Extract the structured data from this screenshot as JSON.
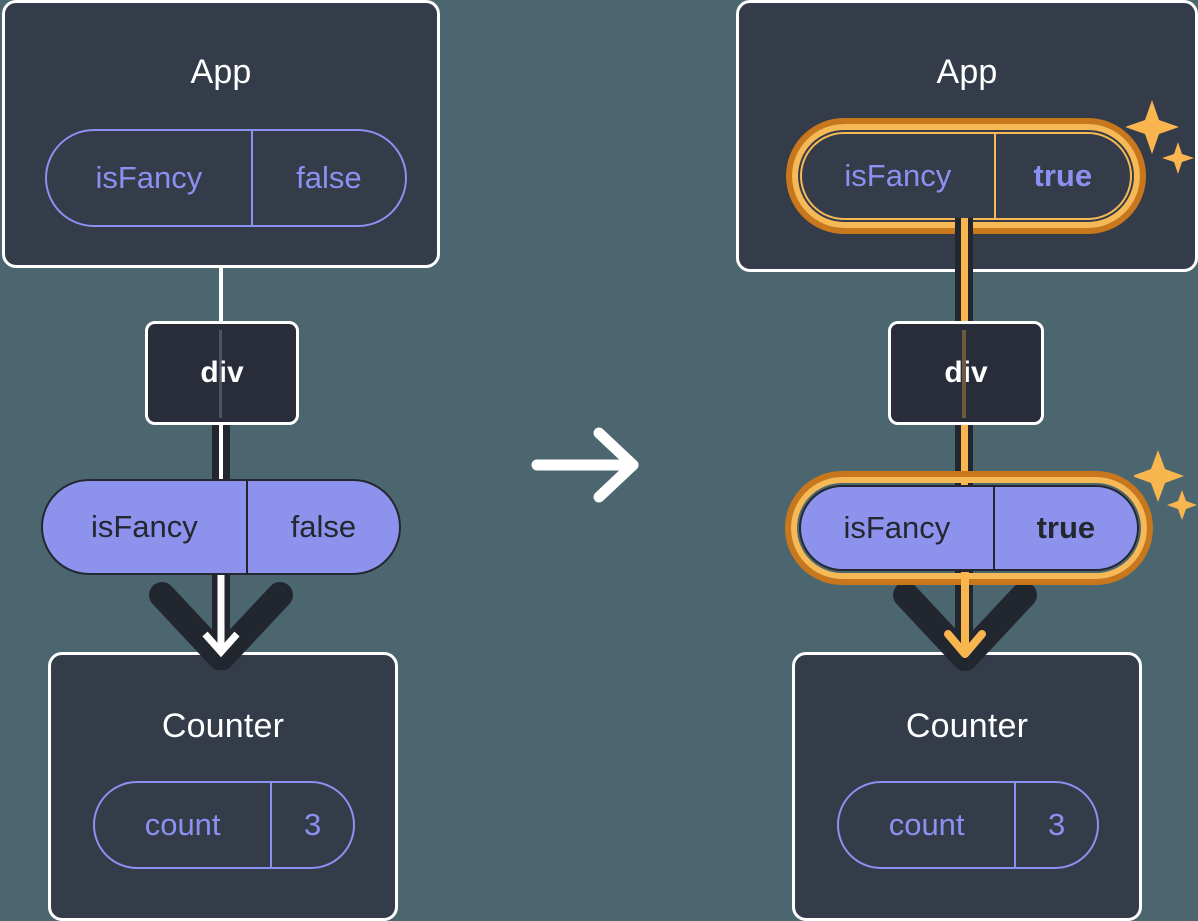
{
  "diagram": {
    "type": "react-component-tree-state-propagation",
    "background_color": "#4c6670",
    "accent_colors": {
      "card_fill": "#343b49",
      "card_border": "#ffffff",
      "state_pill_stroke": "#8b91f0",
      "props_pill_fill": "#8d92ed",
      "props_pill_text": "#242730",
      "highlight_outer": "#c8771c",
      "highlight_inner": "#f7b955",
      "sparkle": "#f9b64f",
      "connector_white": "#ffffff",
      "connector_dark": "#22262f"
    },
    "transition_arrow": "arrow-right-icon"
  },
  "panels": [
    {
      "id": "before",
      "app": {
        "title": "App",
        "state_pill": {
          "key": "isFancy",
          "value": "false",
          "highlighted": false,
          "value_bold": false
        }
      },
      "dom_node": {
        "label": "div"
      },
      "props_pill": {
        "key": "isFancy",
        "value": "false",
        "highlighted": false,
        "value_bold": false
      },
      "counter": {
        "title": "Counter",
        "state_pill": {
          "key": "count",
          "value": "3",
          "highlighted": false,
          "value_bold": false
        }
      }
    },
    {
      "id": "after",
      "app": {
        "title": "App",
        "state_pill": {
          "key": "isFancy",
          "value": "true",
          "highlighted": true,
          "value_bold": true
        }
      },
      "dom_node": {
        "label": "div"
      },
      "props_pill": {
        "key": "isFancy",
        "value": "true",
        "highlighted": true,
        "value_bold": true
      },
      "counter": {
        "title": "Counter",
        "state_pill": {
          "key": "count",
          "value": "3",
          "highlighted": false,
          "value_bold": false
        }
      }
    }
  ]
}
